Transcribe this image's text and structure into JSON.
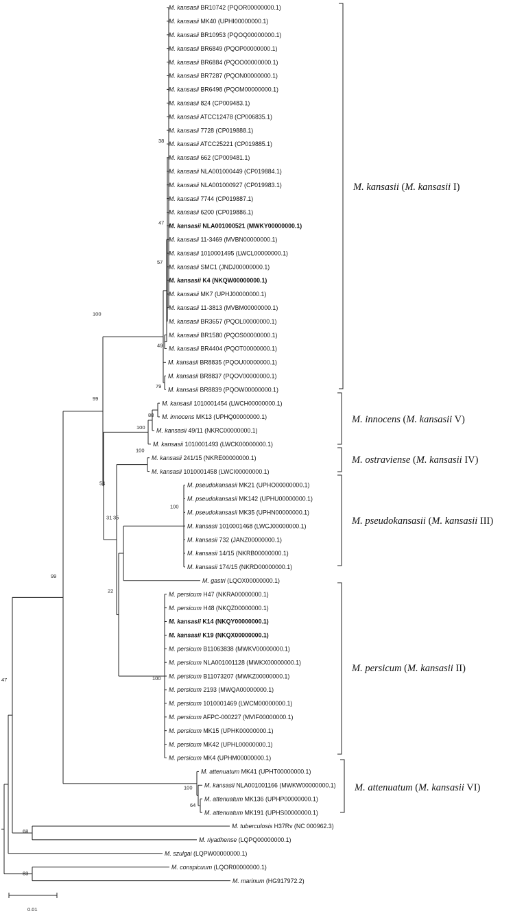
{
  "leaves": [
    {
      "id": "L1",
      "species": "M. kansasii",
      "strain": "BR10742",
      "acc": "(PQOR00000000.1)",
      "bold": false
    },
    {
      "id": "L2",
      "species": "M. kansasii",
      "strain": "MK40",
      "acc": "(UPHI00000000.1)",
      "bold": false
    },
    {
      "id": "L3",
      "species": "M. kansasii",
      "strain": "BR10953",
      "acc": "(PQOQ00000000.1)",
      "bold": false
    },
    {
      "id": "L4",
      "species": "M. kansasii",
      "strain": "BR6849",
      "acc": "(PQOP00000000.1)",
      "bold": false
    },
    {
      "id": "L5",
      "species": "M. kansasii",
      "strain": "BR6884",
      "acc": "(PQOO00000000.1)",
      "bold": false
    },
    {
      "id": "L6",
      "species": "M. kansasii",
      "strain": "BR7287",
      "acc": "(PQON00000000.1)",
      "bold": false
    },
    {
      "id": "L7",
      "species": "M. kansasii",
      "strain": "BR6498",
      "acc": "(PQOM00000000.1)",
      "bold": false
    },
    {
      "id": "L8",
      "species": "M. kansasii",
      "strain": "824",
      "acc": "(CP009483.1)",
      "bold": false
    },
    {
      "id": "L9",
      "species": "M. kansasii",
      "strain": "ATCC12478",
      "acc": "(CP006835.1)",
      "bold": false
    },
    {
      "id": "L10",
      "species": "M. kansasii",
      "strain": "7728",
      "acc": "(CP019888.1)",
      "bold": false
    },
    {
      "id": "L11",
      "species": "M. kansasii",
      "strain": "ATCC25221",
      "acc": "(CP019885.1)",
      "bold": false
    },
    {
      "id": "L12",
      "species": "M. kansasii",
      "strain": "662",
      "acc": "(CP009481.1)",
      "bold": false
    },
    {
      "id": "L13",
      "species": "M. kansasii",
      "strain": "NLA001000449",
      "acc": "(CP019884.1)",
      "bold": false
    },
    {
      "id": "L14",
      "species": "M. kansasii",
      "strain": "NLA001000927",
      "acc": "(CP019983.1)",
      "bold": false
    },
    {
      "id": "L15",
      "species": "M. kansasii",
      "strain": "7744",
      "acc": "(CP019887.1)",
      "bold": false
    },
    {
      "id": "L16",
      "species": "M. kansasii",
      "strain": "6200",
      "acc": "(CP019886.1)",
      "bold": false
    },
    {
      "id": "L17",
      "species": "M. kansasii",
      "strain": "NLA001000521",
      "acc": "(MWKY00000000.1)",
      "bold": true
    },
    {
      "id": "L18",
      "species": "M. kansasii",
      "strain": "11-3469",
      "acc": "(MVBN00000000.1)",
      "bold": false
    },
    {
      "id": "L19",
      "species": "M. kansasii",
      "strain": "1010001495",
      "acc": "(LWCL00000000.1)",
      "bold": false
    },
    {
      "id": "L20",
      "species": "M. kansasii",
      "strain": "SMC1",
      "acc": "(JNDJ00000000.1)",
      "bold": false
    },
    {
      "id": "L21",
      "species": "M. kansasii",
      "strain": "K4",
      "acc": "(NKQW00000000.1)",
      "bold": true
    },
    {
      "id": "L22",
      "species": "M. kansasii",
      "strain": "MK7",
      "acc": "(UPHJ00000000.1)",
      "bold": false
    },
    {
      "id": "L23",
      "species": "M. kansasii",
      "strain": "11-3813",
      "acc": "(MVBM00000000.1)",
      "bold": false
    },
    {
      "id": "L24",
      "species": "M. kansasii",
      "strain": "BR3657",
      "acc": "(PQOL00000000.1)",
      "bold": false
    },
    {
      "id": "L25",
      "species": "M. kansasii",
      "strain": "BR1580",
      "acc": "(PQOS00000000.1)",
      "bold": false
    },
    {
      "id": "L26",
      "species": "M. kansasii",
      "strain": "BR4404",
      "acc": "(PQOT00000000.1)",
      "bold": false
    },
    {
      "id": "L27",
      "species": "M. kansasii",
      "strain": "BR8835",
      "acc": "(PQOU00000000.1)",
      "bold": false
    },
    {
      "id": "L28",
      "species": "M. kansasii",
      "strain": "BR8837",
      "acc": "(PQOV00000000.1)",
      "bold": false
    },
    {
      "id": "L29",
      "species": "M. kansasii",
      "strain": "BR8839",
      "acc": "(PQOW00000000.1)",
      "bold": false
    },
    {
      "id": "L30",
      "species": "M. kansasii",
      "strain": "1010001454",
      "acc": "(LWCH00000000.1)",
      "bold": false
    },
    {
      "id": "L31",
      "species": "M. innocens",
      "strain": "MK13",
      "acc": "(UPHQ00000000.1)",
      "bold": false
    },
    {
      "id": "L32",
      "species": "M. kansasii",
      "strain": "49/11",
      "acc": "(NKRC00000000.1)",
      "bold": false
    },
    {
      "id": "L33",
      "species": "M. kansasii",
      "strain": "1010001493",
      "acc": "(LWCK00000000.1)",
      "bold": false
    },
    {
      "id": "L34",
      "species": "M. kansasii",
      "strain": "241/15",
      "acc": "(NKRE00000000.1)",
      "bold": false
    },
    {
      "id": "L35",
      "species": "M. kansasii",
      "strain": "1010001458",
      "acc": "(LWCI00000000.1)",
      "bold": false
    },
    {
      "id": "L36",
      "species": "M. pseudokansasii",
      "strain": "MK21",
      "acc": "(UPHO00000000.1)",
      "bold": false
    },
    {
      "id": "L37",
      "species": "M. pseudokansasii",
      "strain": "MK142",
      "acc": "(UPHU00000000.1)",
      "bold": false
    },
    {
      "id": "L38",
      "species": "M. pseudokansasii",
      "strain": "MK35",
      "acc": "(UPHN00000000.1)",
      "bold": false
    },
    {
      "id": "L39",
      "species": "M. kansasii",
      "strain": "1010001468",
      "acc": "(LWCJ00000000.1)",
      "bold": false
    },
    {
      "id": "L40",
      "species": "M. kansasii",
      "strain": "732",
      "acc": "(JANZ00000000.1)",
      "bold": false
    },
    {
      "id": "L41",
      "species": "M. kansasii",
      "strain": "14/15",
      "acc": "(NKRB00000000.1)",
      "bold": false
    },
    {
      "id": "L42",
      "species": "M. kansasii",
      "strain": "174/15",
      "acc": "(NKRD00000000.1)",
      "bold": false
    },
    {
      "id": "L43",
      "species": "M. gastri",
      "strain": "",
      "acc": "(LQOX00000000.1)",
      "bold": false
    },
    {
      "id": "L44",
      "species": "M. persicum",
      "strain": "H47",
      "acc": "(NKRA00000000.1)",
      "bold": false
    },
    {
      "id": "L45",
      "species": "M. persicum",
      "strain": "H48",
      "acc": "(NKQZ00000000.1)",
      "bold": false
    },
    {
      "id": "L46",
      "species": "M. kansasii",
      "strain": "K14",
      "acc": "(NKQY00000000.1)",
      "bold": true
    },
    {
      "id": "L47",
      "species": "M. kansasii",
      "strain": "K19",
      "acc": "(NKQX00000000.1)",
      "bold": true
    },
    {
      "id": "L48",
      "species": "M. persicum",
      "strain": "B11063838",
      "acc": "(MWKV00000000.1)",
      "bold": false
    },
    {
      "id": "L49",
      "species": "M. persicum",
      "strain": "NLA001001128",
      "acc": "(MWKX00000000.1)",
      "bold": false
    },
    {
      "id": "L50",
      "species": "M. persicum",
      "strain": "B11073207",
      "acc": "(MWKZ00000000.1)",
      "bold": false
    },
    {
      "id": "L51",
      "species": "M. persicum",
      "strain": "2193",
      "acc": "(MWQA00000000.1)",
      "bold": false
    },
    {
      "id": "L52",
      "species": "M. persicum",
      "strain": "1010001469",
      "acc": "(LWCM00000000.1)",
      "bold": false
    },
    {
      "id": "L53",
      "species": "M. persicum",
      "strain": "AFPC-000227",
      "acc": "(MVIF00000000.1)",
      "bold": false
    },
    {
      "id": "L54",
      "species": "M. persicum",
      "strain": "MK15",
      "acc": "(UPHK00000000.1)",
      "bold": false
    },
    {
      "id": "L55",
      "species": "M. persicum",
      "strain": "MK42",
      "acc": "(UPHL00000000.1)",
      "bold": false
    },
    {
      "id": "L56",
      "species": "M. persicum",
      "strain": "MK4",
      "acc": "(UPHM00000000.1)",
      "bold": false
    },
    {
      "id": "L57",
      "species": "M. attenuatum",
      "strain": "MK41",
      "acc": "(UPHT00000000.1)",
      "bold": false
    },
    {
      "id": "L58",
      "species": "M. kansasii",
      "strain": "NLA001001166",
      "acc": "(MWKW00000000.1)",
      "bold": false
    },
    {
      "id": "L59",
      "species": "M. attenuatum",
      "strain": "MK136",
      "acc": "(UPHP00000000.1)",
      "bold": false
    },
    {
      "id": "L60",
      "species": "M. attenuatum",
      "strain": "MK191",
      "acc": "(UPHS00000000.1)",
      "bold": false
    },
    {
      "id": "L61",
      "species": "M. tuberculosis",
      "strain": "H37Rv",
      "acc": "(NC 000962.3)",
      "bold": false
    },
    {
      "id": "L62",
      "species": "M. riyadhense",
      "strain": "",
      "acc": "(LQPQ00000000.1)",
      "bold": false
    },
    {
      "id": "L63",
      "species": "M. szulgai",
      "strain": "",
      "acc": "(LQPW00000000.1)",
      "bold": false
    },
    {
      "id": "L64",
      "species": "M. conspicuum",
      "strain": "",
      "acc": "(LQOR00000000.1)",
      "bold": false
    },
    {
      "id": "L65",
      "species": "M. marinum",
      "strain": "",
      "acc": "(HG917972.2)",
      "bold": false
    }
  ],
  "bootstrap": [
    {
      "id": "b38",
      "value": "38"
    },
    {
      "id": "b47a",
      "value": "47"
    },
    {
      "id": "b57",
      "value": "57"
    },
    {
      "id": "b100a",
      "value": "100"
    },
    {
      "id": "b49",
      "value": "49"
    },
    {
      "id": "b79",
      "value": "79"
    },
    {
      "id": "b99a",
      "value": "99"
    },
    {
      "id": "b88",
      "value": "88"
    },
    {
      "id": "b100b",
      "value": "100"
    },
    {
      "id": "b100c",
      "value": "100"
    },
    {
      "id": "b54",
      "value": "54"
    },
    {
      "id": "b100d",
      "value": "100"
    },
    {
      "id": "b31",
      "value": "31"
    },
    {
      "id": "b35",
      "value": "35"
    },
    {
      "id": "b22",
      "value": "22"
    },
    {
      "id": "b100e",
      "value": "100"
    },
    {
      "id": "b99b",
      "value": "99"
    },
    {
      "id": "b100f",
      "value": "100"
    },
    {
      "id": "b64",
      "value": "64"
    },
    {
      "id": "b47b",
      "value": "47"
    },
    {
      "id": "b68",
      "value": "68"
    },
    {
      "id": "b83",
      "value": "83"
    }
  ],
  "clades": [
    {
      "id": "c1",
      "label": "M. kansasii (M. kansasii I)"
    },
    {
      "id": "c2",
      "label": "M. innocens (M. kansasii V)"
    },
    {
      "id": "c3",
      "label": "M. ostraviense (M. kansasii IV)"
    },
    {
      "id": "c4",
      "label": "M. pseudokansasii (M. kansasii III)"
    },
    {
      "id": "c5",
      "label": "M. persicum (M. kansasii II)"
    },
    {
      "id": "c6",
      "label": "M. attenuatum (M. kansasii VI)"
    }
  ],
  "scale_bar": {
    "label": "0.01"
  }
}
